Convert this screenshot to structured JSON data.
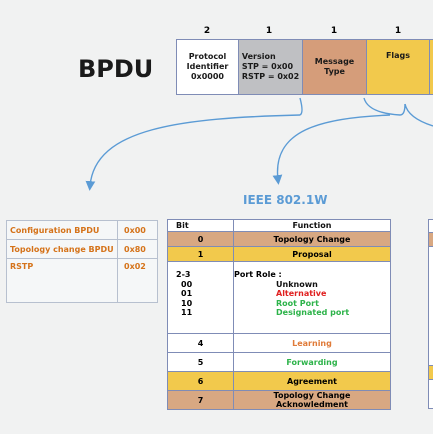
{
  "title": "BPDU",
  "fields": [
    {
      "size": "2",
      "lines": "Protocol\nIdentifier\n0x0000",
      "color": "#ffffff"
    },
    {
      "size": "1",
      "lines": "Version\nSTP  = 0x00\nRSTP = 0x02",
      "color": "#bfc0c3"
    },
    {
      "size": "1",
      "lines": "Message\nType",
      "color": "#d59d7a"
    },
    {
      "size": "1",
      "lines": "Flags",
      "color": "#f2c94c"
    }
  ],
  "bpdu_types": [
    {
      "name": "Configuration BPDU",
      "code": "0x00"
    },
    {
      "name": "Topology change BPDU",
      "code": "0x80"
    },
    {
      "name": "RSTP",
      "code": "0x02"
    }
  ],
  "ieee_title": "IEEE 802.1W",
  "flags_table": {
    "header": {
      "bit": "Bit",
      "function": "Function"
    },
    "rows": [
      {
        "bit": "0",
        "function": "Topology Change",
        "style": "tan",
        "fcolor": "#111111"
      },
      {
        "bit": "1",
        "function": "Proposal",
        "style": "yel",
        "fcolor": "#111111"
      },
      {
        "bit": "4",
        "function": "Learning",
        "style": "white",
        "fcolor": "#e07b39"
      },
      {
        "bit": "5",
        "function": "Forwarding",
        "style": "white",
        "fcolor": "#2db34a"
      },
      {
        "bit": "6",
        "function": "Agreement",
        "style": "yel",
        "fcolor": "#111111"
      },
      {
        "bit": "7",
        "function": "Topology Change Acknowledment",
        "style": "tan",
        "fcolor": "#111111"
      }
    ],
    "port_role": {
      "bit": "2-3",
      "label": "Port Role :",
      "values": [
        {
          "code": "00",
          "role": "Unknown",
          "color": "#111111"
        },
        {
          "code": "01",
          "role": "Alternative",
          "color": "#e02020"
        },
        {
          "code": "10",
          "role": "Root Port",
          "color": "#2db34a"
        },
        {
          "code": "11",
          "role": "Designated port",
          "color": "#2db34a"
        }
      ]
    }
  }
}
